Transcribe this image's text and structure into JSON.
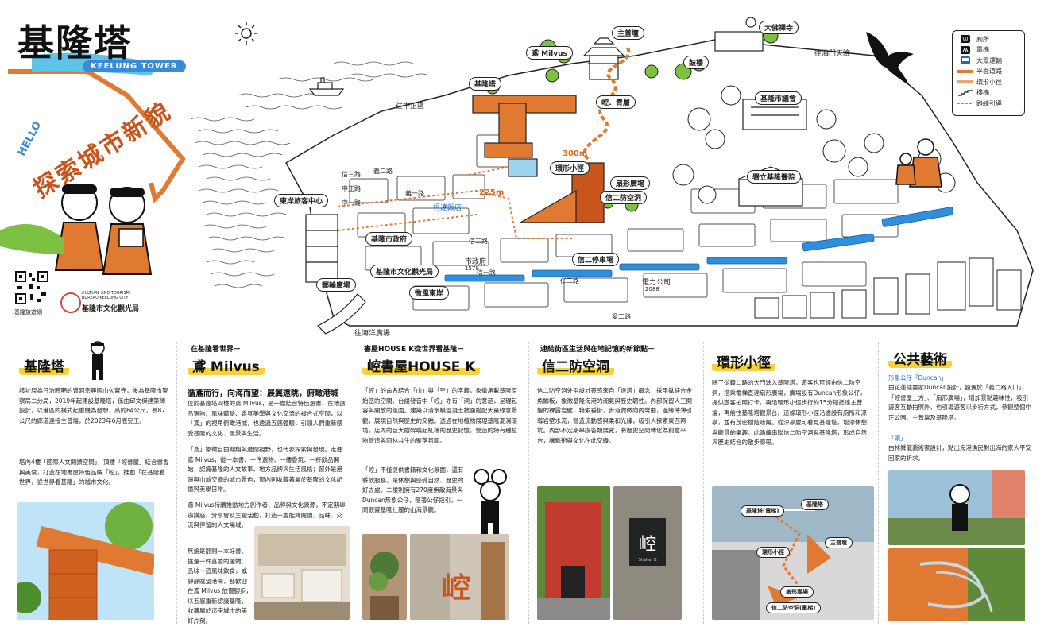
{
  "brand": {
    "title": "基隆塔",
    "subtitle": "KEELUNG TOWER",
    "hello": "HELLO",
    "tagline": "探索城市新貌",
    "qr_label": "基隆旅遊網",
    "bureau_en": "CULTURE AND TOURISM BUREAU KEELUNG CITY",
    "bureau_zh": "基隆市文化觀光局"
  },
  "colors": {
    "accent_orange": "#e07a32",
    "highlight_yellow": "#f5d23a",
    "water_blue": "#2e8fdc",
    "text_blue": "#1e6cc0"
  },
  "map": {
    "places": {
      "main_temple": "主普壇",
      "big_buddha": "大佛禪寺",
      "drum_tower": "鼓樓",
      "milvus": "鳶 Milvus",
      "keelung_tower": "基隆塔",
      "house_k": "崆．青層",
      "cave_path": "環形小徑",
      "spiral_plaza": "扇形廣場",
      "xin2_shelter": "信二防空洞",
      "city_council": "基隆市議會",
      "hospital": "署立基隆醫院",
      "east_visitor_center": "東岸旅客中心",
      "city_gov": "基隆市政府",
      "culture_bureau": "基隆市文化觀光局",
      "post_plaza": "郵輪廣場",
      "east_coast_plaza": "微風東岸",
      "xin2_parking": "信二停車場",
      "hotel": "柯達飯店",
      "city_gov_bus": "市政府",
      "city_gov_bus_no": "1579",
      "power_company": "電力公司",
      "power_company_no": "2088"
    },
    "roads": {
      "zhongzheng_to": "往中正區",
      "haimen_to": "往海門天險",
      "yangming_to": "往海洋廣場",
      "yi2": "義二路",
      "yi1": "義一路",
      "xin1": "信一路",
      "xin2": "信二路",
      "ren2": "仁二路",
      "ai2": "愛二路",
      "xin3": "信三路",
      "zhongzheng": "中正路",
      "zhong1": "中一路"
    },
    "distances": {
      "d225": "225m",
      "d300": "300m"
    }
  },
  "legend": {
    "items": [
      {
        "symbol": "toilet-icon",
        "label": "廁所"
      },
      {
        "symbol": "elevator-icon",
        "label": "電梯"
      },
      {
        "symbol": "bus-icon",
        "label": "大眾運輸"
      },
      {
        "symbol": "road-line",
        "label": "平面道路"
      },
      {
        "symbol": "path-line",
        "label": "環形小徑"
      },
      {
        "symbol": "stairs-icon",
        "label": "樓梯"
      },
      {
        "symbol": "guide-line",
        "label": "路線引導"
      }
    ]
  },
  "sections": [
    {
      "title": "基隆塔",
      "paragraphs": [
        "該址原為日治時期的曹洞宗興國山久寶寺，後為基隆市警察局二分局，2019年起建設基隆塔，係由邱文傑建築師設計，以港區的構式起重機為發想，高約64公尺，長87公尺的廊道連接主普壇，於2023年6月底完工。",
        "塔內4樓「國際人文閱讀空間」，頂樓「崆書屋」結合書香與美食，打造在地書屋特色品牌「崆」，推動「在基隆看世界，從世界看基隆」的城市文化。"
      ]
    },
    {
      "kicker": "在基隆看世界－",
      "title": "鳶 Milvus",
      "subtitle": "循鳶而行，向海而望：展翼遠眺，俯瞰港城",
      "paragraphs": [
        "位於基隆塔四樓的鳶 Milvus，是一處結合特色選書、在地選品選物、風味體驗、香氛美學與文化交流的複合式空間，以「鳶」的視角俯瞰港城，也透過五感體驗，引領人們重新感受基隆的文化、風景與生活。",
        "「鳶」象徵自由翱翔與遼闊視野，也代表探索與發現。走進鳶 Milvus，從一本書、一件選物、一縷香氣、一杯飲品開始，認識基隆的人文故事、地方品牌與生活風格；窗外是港灣與山城交織的城市景色，窗內則收藏著屬於基隆的文化記憶與美學日常。",
        "鳶 Milvus持續推動地方創作者、品牌與文化資源，不定期舉辦講座、分享會及主題活動，打造一處能夠閱讀、品味、交流與停留的人文場域。",
        "無論是翻閱一本好書、挑選一件喜愛的選物、品味一這風味飲食，或靜靜眺望港灣，都歡迎在鳶 Milvus 放慢腳步，以五感重新認識基隆，收藏屬於這座城市的美好片刻。"
      ]
    },
    {
      "kicker": "書屋HOUSE K從世界看基隆－",
      "title": "崆書屋HOUSE K",
      "paragraphs": [
        "「崆」的命名結合「山」與「空」的字義，象徵承載基隆原始感的空間。台語發音中「崆」亦有「洞」的意涵，呈現包容與開放的氛圍。建築以清水模混凝土牆面搭配大量綠意景觀，展現自然與歷史的交融。透過在地植物展現基隆潮濕環境，店內的巨大樹幹喚起紅檜的歷史記憶，營造的特有種植物營造與雨林共生的聚落氛圍。",
        "「崆」不僅提供書籍和文化氛圍，還有餐飲服務，是休憩與感受自然、歷史的好去處。二樓則擁有270度無敵海景與Duncan形象公仔，隨著公仔指引，一同觀賞基隆壯麗的山海景觀。"
      ]
    },
    {
      "kicker": "連結街區生活與在地記憶的新節點－",
      "title": "信二防空洞",
      "paragraphs": [
        "信二防空洞外型設計靈感來自「燈塔」概念，採用鈦鋅合金魚鱗板，象徵基隆海港的潮氣與歷史韌性。內部保留人工開鑿的裸露岩壁，藉索垂掛，步道微微向內彎曲，邊緣薄薄引導岩壁水流，營造流動感與柔和光線，吸引人探索東西兩坑。內部不定期舉辦各類展覽，將歷史空間轉化為創意平台，讓藝術與文化在此交織。"
      ]
    },
    {
      "title": "環形小徑",
      "paragraphs": [
        "除了從義二路的大門進入基隆塔，遊客也可經由信二防空洞，搭乘電梯直達扇形廣場，廣場設有Duncan形象公仔，提供遊客拍照打卡。再沿環形小徑步行約15分鐘抵達主普壇，再前往基隆塔觀景台。這條環形小徑沿途設有廁所和涼亭，並有茂密樹蔭遮陽。從涼亭處可看見基隆塔，增添休憩與觀景的樂趣。此路線串聯信二防空洞與基隆塔，形成自然與歷史結合的散步廊帶。"
      ],
      "photo_labels": {
        "tower_elev": "基隆塔(電梯)",
        "tower": "基隆塔",
        "main_temple": "主普壇",
        "path": "環形小徑",
        "plaza": "扇形廣場",
        "shelter_elev": "信二防空洞(電梯)"
      }
    },
    {
      "title": "公共藝術",
      "art1_name": "形象公仔「Duncan」",
      "art1_desc": "由花蓮插畫家Duncan設計，設置於「義二路入口」、「崆書屋上方」、「扇形廣場」，增加景點趣味性，吸引遊客互動拍照外，也引導遊客以步行方式，參觀整個中正公園、主普壇及基隆塔。",
      "art2_name": "「頭」",
      "art2_desc": "由林舜龍藝術家設計，點出海港漁民對出海的家人平安回家的祈求。"
    }
  ],
  "photos": {
    "house_k_sign": "崆",
    "house_k_sign_en": "Shelter K",
    "house_k_wall": "崆"
  }
}
